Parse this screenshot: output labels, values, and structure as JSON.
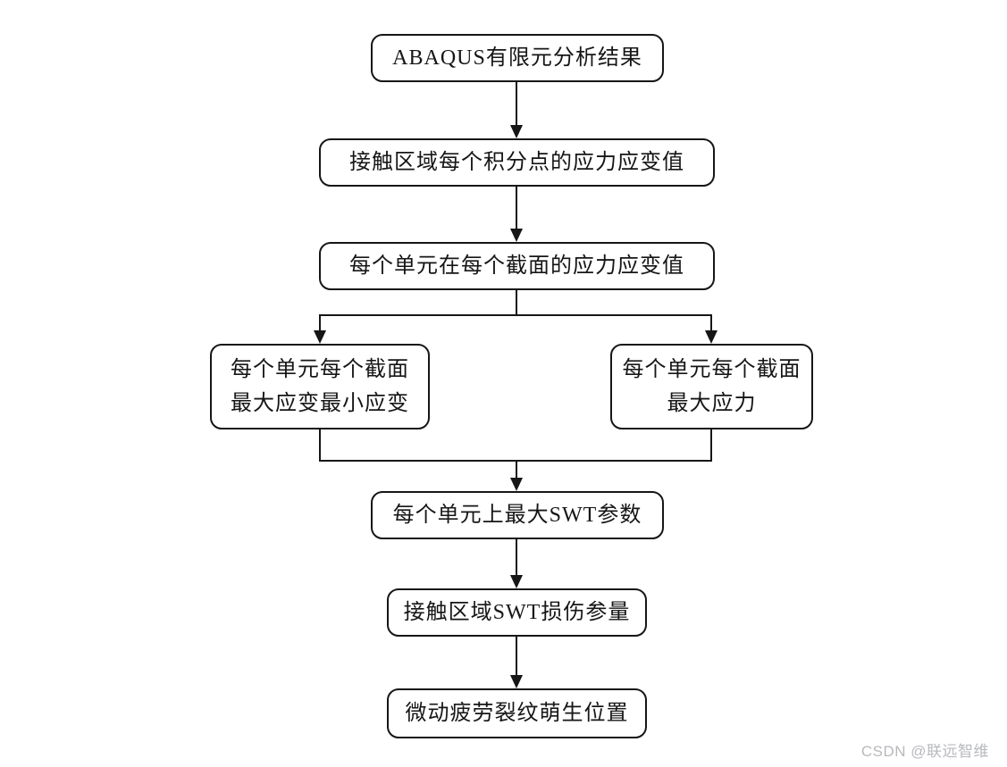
{
  "flowchart": {
    "nodes": {
      "abaqus": {
        "label": "ABAQUS有限元分析结果"
      },
      "integration": {
        "label": "接触区域每个积分点的应力应变值"
      },
      "section": {
        "label": "每个单元在每个截面的应力应变值"
      },
      "strain": {
        "line1": "每个单元每个截面",
        "line2": "最大应变最小应变"
      },
      "stress": {
        "line1": "每个单元每个截面",
        "line2": "最大应力"
      },
      "swt": {
        "label": "每个单元上最大SWT参数"
      },
      "damage": {
        "label": "接触区域SWT损伤参量"
      },
      "location": {
        "label": "微动疲劳裂纹萌生位置"
      }
    },
    "colors": {
      "line": "#161616",
      "background": "#ffffff",
      "watermark": "#b7b9bd"
    }
  },
  "watermark": {
    "text": "CSDN @联远智维"
  }
}
